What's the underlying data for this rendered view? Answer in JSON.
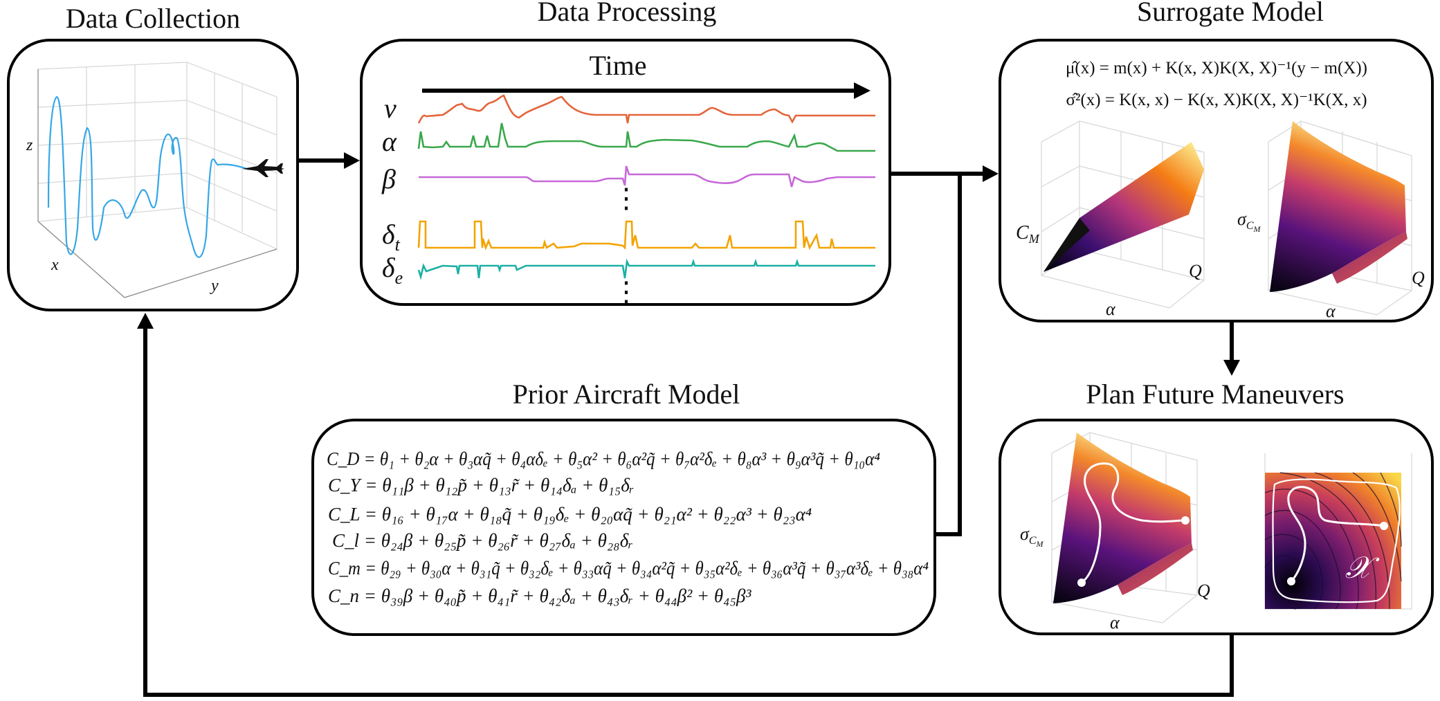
{
  "colors": {
    "trajectory": "#35a7e6",
    "v": "#e4643a",
    "alpha": "#3aa84b",
    "beta": "#c768d8",
    "delta_t": "#f4a300",
    "delta_e": "#1bb0a4",
    "path": "#ffffff"
  },
  "data_collection": {
    "title": "Data Collection",
    "axis_x": "x",
    "axis_y": "y",
    "axis_z": "z",
    "icon": "aircraft-icon"
  },
  "data_processing": {
    "title": "Data Processing",
    "time_label": "Time",
    "signals": [
      {
        "base": "v",
        "sub": ""
      },
      {
        "base": "α",
        "sub": ""
      },
      {
        "base": "β",
        "sub": ""
      },
      {
        "base": "δ",
        "sub": "t"
      },
      {
        "base": "δ",
        "sub": "e"
      }
    ],
    "ellipsis": "⋮"
  },
  "surrogate_model": {
    "title": "Surrogate Model",
    "equation_mean": "μ̂(x) = m(x) + K(x, X)K(X, X)⁻¹(y − m(X))",
    "equation_var": "σ̂²(x) = K(x, x) − K(x, X)K(X, X)⁻¹K(X, x)",
    "left_plot": {
      "zlabel": "C_M",
      "xlabel": "α",
      "ylabel": "Q"
    },
    "right_plot": {
      "zlabel": "σ_CM",
      "xlabel": "α",
      "ylabel": "Q"
    }
  },
  "prior_model": {
    "title": "Prior Aircraft Model",
    "equations": [
      "C_D = θ₁ + θ₂α + θ₃αq̃ + θ₄αδₑ + θ₅α² + θ₆α²q̃ + θ₇α²δₑ + θ₈α³ + θ₉α³q̃ + θ₁₀α⁴",
      "C_Y = θ₁₁β + θ₁₂p̃ + θ₁₃r̃ + θ₁₄δₐ + θ₁₅δᵣ",
      "C_L = θ₁₆ + θ₁₇α + θ₁₈q̃ + θ₁₉δₑ + θ₂₀αq̃ + θ₂₁α² + θ₂₂α³ + θ₂₃α⁴",
      "C_l = θ₂₄β + θ₂₅p̃ + θ₂₆r̃ + θ₂₇δₐ + θ₂₈δᵣ",
      "C_m = θ₂₉ + θ₃₀α + θ₃₁q̃ + θ₃₂δₑ + θ₃₃αq̃ + θ₃₄α²q̃ + θ₃₅α²δₑ + θ₃₆α³q̃ + θ₃₇α³δₑ + θ₃₈α⁴",
      "C_n = θ₃₉β + θ₄₀p̃ + θ₄₁r̃ + θ₄₂δₐ + θ₄₃δᵣ + θ₄₄β² + θ₄₅β³"
    ]
  },
  "plan_maneuvers": {
    "title": "Plan Future Maneuvers",
    "surface_plot": {
      "zlabel": "σ_CM",
      "xlabel": "α",
      "ylabel": "Q"
    },
    "region_label": "𝒳"
  }
}
